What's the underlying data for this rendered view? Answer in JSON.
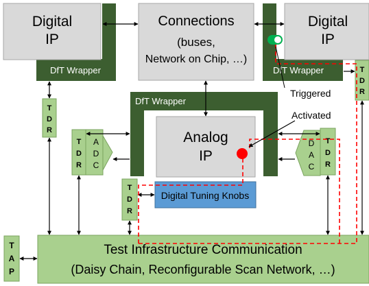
{
  "blocks": {
    "digital_ip_left": {
      "line1": "Digital",
      "line2": "IP"
    },
    "digital_ip_right": {
      "line1": "Digital",
      "line2": "IP"
    },
    "connections": {
      "line1": "Connections",
      "line2": "(buses,",
      "line3": "Network on Chip, …)"
    },
    "analog_ip": {
      "line1": "Analog",
      "line2": "IP"
    },
    "tuning_knobs": {
      "label": "Digital Tuning Knobs"
    },
    "test_infrastructure": {
      "line1": "Test Infrastructure Communication",
      "line2": "(Daisy Chain, Reconfigurable Scan Network, …)"
    }
  },
  "wrappers": {
    "left": "DfT Wrapper",
    "center": "DfT Wrapper",
    "right": "DfT Wrapper"
  },
  "tdr_label": "TDR",
  "tap_label": "TAP",
  "adc_label": "ADC",
  "dac_label": "DAC",
  "annotations": {
    "triggered": "Triggered",
    "activated": "Activated"
  },
  "colors": {
    "ip_fill": "#d9d9d9",
    "wrapper_fill": "#3c5e30",
    "green_fill": "#a9d08e",
    "tuning_fill": "#5b9bd5",
    "dashed_path": "#ff0000",
    "sensor_green": "#00b050"
  }
}
